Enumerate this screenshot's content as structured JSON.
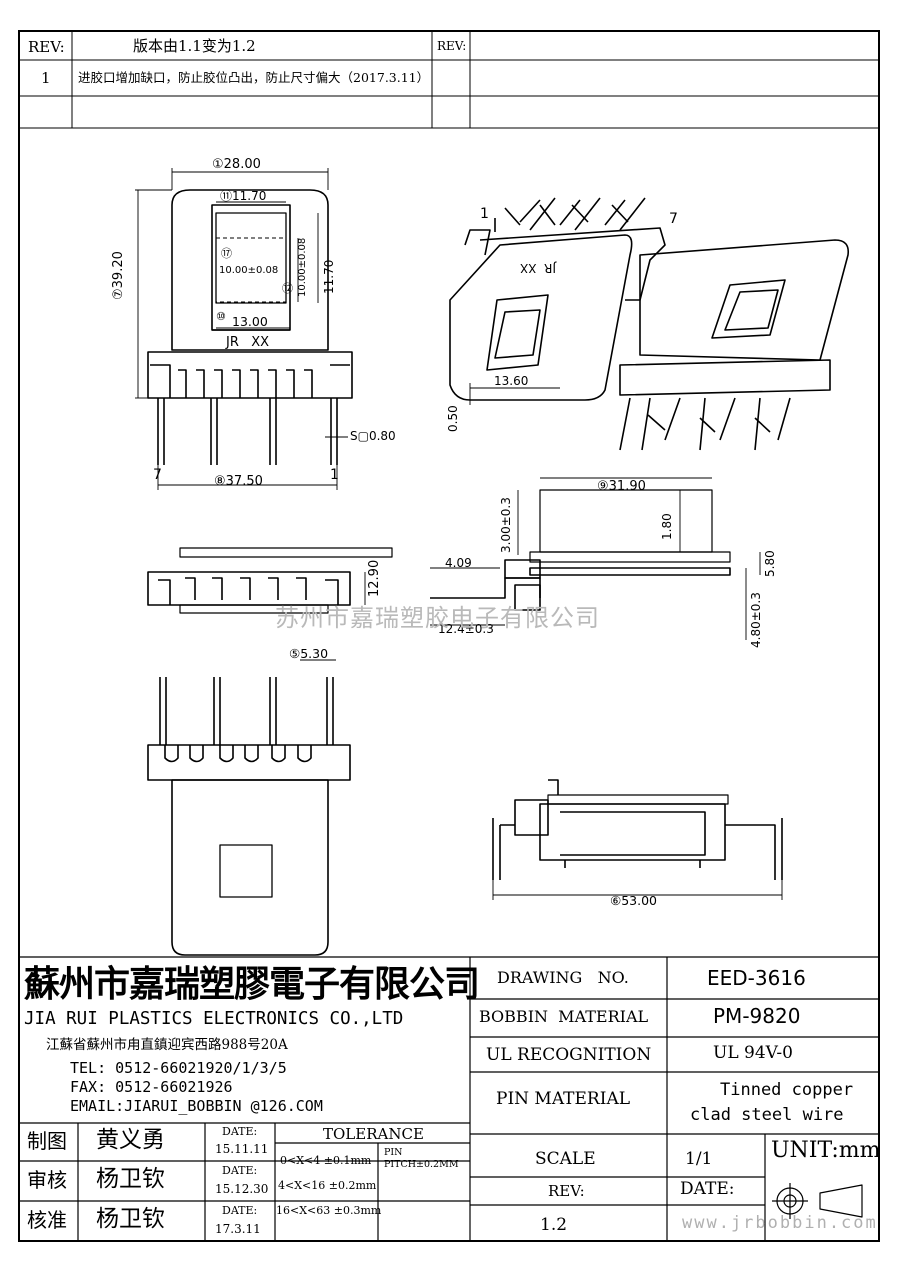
{
  "revision_table": {
    "header_label": "REV:",
    "header_desc": "版本由1.1变为1.2",
    "header_label2": "REV:",
    "row1_num": "1",
    "row1_desc": "进胶口增加缺口，防止胶位凸出，防止尺寸偏大（2017.3.11）"
  },
  "front_view": {
    "dim_width": "①28.00",
    "dim_window_w": "⑪11.70",
    "dim_height": "⑦39.20",
    "dim_center_sq": "10.00±0.08",
    "dim_center_sq_v": "10.00±0.08",
    "dim_window_h": "11.70",
    "dim_bottom": "13.00",
    "marking": "JR   XX",
    "dim_pin_dia": "S▢0.80",
    "pin_left": "7",
    "pin_right": "1",
    "dim_pin_span": "⑧37.50",
    "circle_num_a": "⑰",
    "circle_num_b": "⑫",
    "circle_num_c": "⑩"
  },
  "iso_view": {
    "pin_first": "1",
    "pin_last": "7",
    "dim_base": "13.60",
    "dim_thk": "0.50",
    "marking": "JR  XX"
  },
  "side_view": {
    "dim_height": "12.90",
    "dim_top": "⑨31.90",
    "dim_a": "3.00±0.3",
    "dim_b": "1.80",
    "dim_c": "4.09",
    "dim_d": "5.80",
    "dim_e": "12.4±0.3",
    "dim_f": "4.80±0.3"
  },
  "bottom_view": {
    "dim_pitch": "⑤5.30"
  },
  "lower_side": {
    "dim_total": "⑥53.00"
  },
  "watermark": "苏州市嘉瑞塑胶电子有限公司",
  "watermark_url": "www.jrbobbin.com",
  "company": {
    "name_cn": "蘇州市嘉瑞塑膠電子有限公司",
    "name_en": "JIA RUI PLASTICS ELECTRONICS CO.,LTD",
    "address": "江蘇省蘇州市甪直鎮迎宾西路988号20A",
    "tel": "TEL:  0512-66021920/1/3/5",
    "fax": "FAX:  0512-66021926",
    "email": "EMAIL:JIARUI_BOBBIN @126.COM"
  },
  "approvals": [
    {
      "role": "制图",
      "name": "黄义勇",
      "date_label": "DATE:",
      "date": "15.11.11"
    },
    {
      "role": "审核",
      "name": "杨卫钦",
      "date_label": "DATE:",
      "date": "15.12.30"
    },
    {
      "role": "核准",
      "name": "杨卫钦",
      "date_label": "DATE:",
      "date": "17.3.11"
    }
  ],
  "tolerance": {
    "title": "TOLERANCE",
    "rows": [
      "0<X<4  ±0.1mm",
      "4<X<16 ±0.2mm",
      "16<X<63 ±0.3mm"
    ],
    "pin_label": "PIN",
    "pin_pitch": "PITCH±0.2MM"
  },
  "info": {
    "drawing_no_label": "DRAWING   NO.",
    "drawing_no": "EED-3616",
    "bobbin_label": "BOBBIN  MATERIAL",
    "bobbin": "PM-9820",
    "ul_label": "UL RECOGNITION",
    "ul": "UL 94V-0",
    "pin_label": "PIN MATERIAL",
    "pin_line1": "Tinned copper",
    "pin_line2": "clad steel wire",
    "scale_label": "SCALE",
    "scale": "1/1",
    "unit": "UNIT:mm",
    "rev_label": "REV:",
    "rev": "1.2",
    "date_label": "DATE:"
  }
}
